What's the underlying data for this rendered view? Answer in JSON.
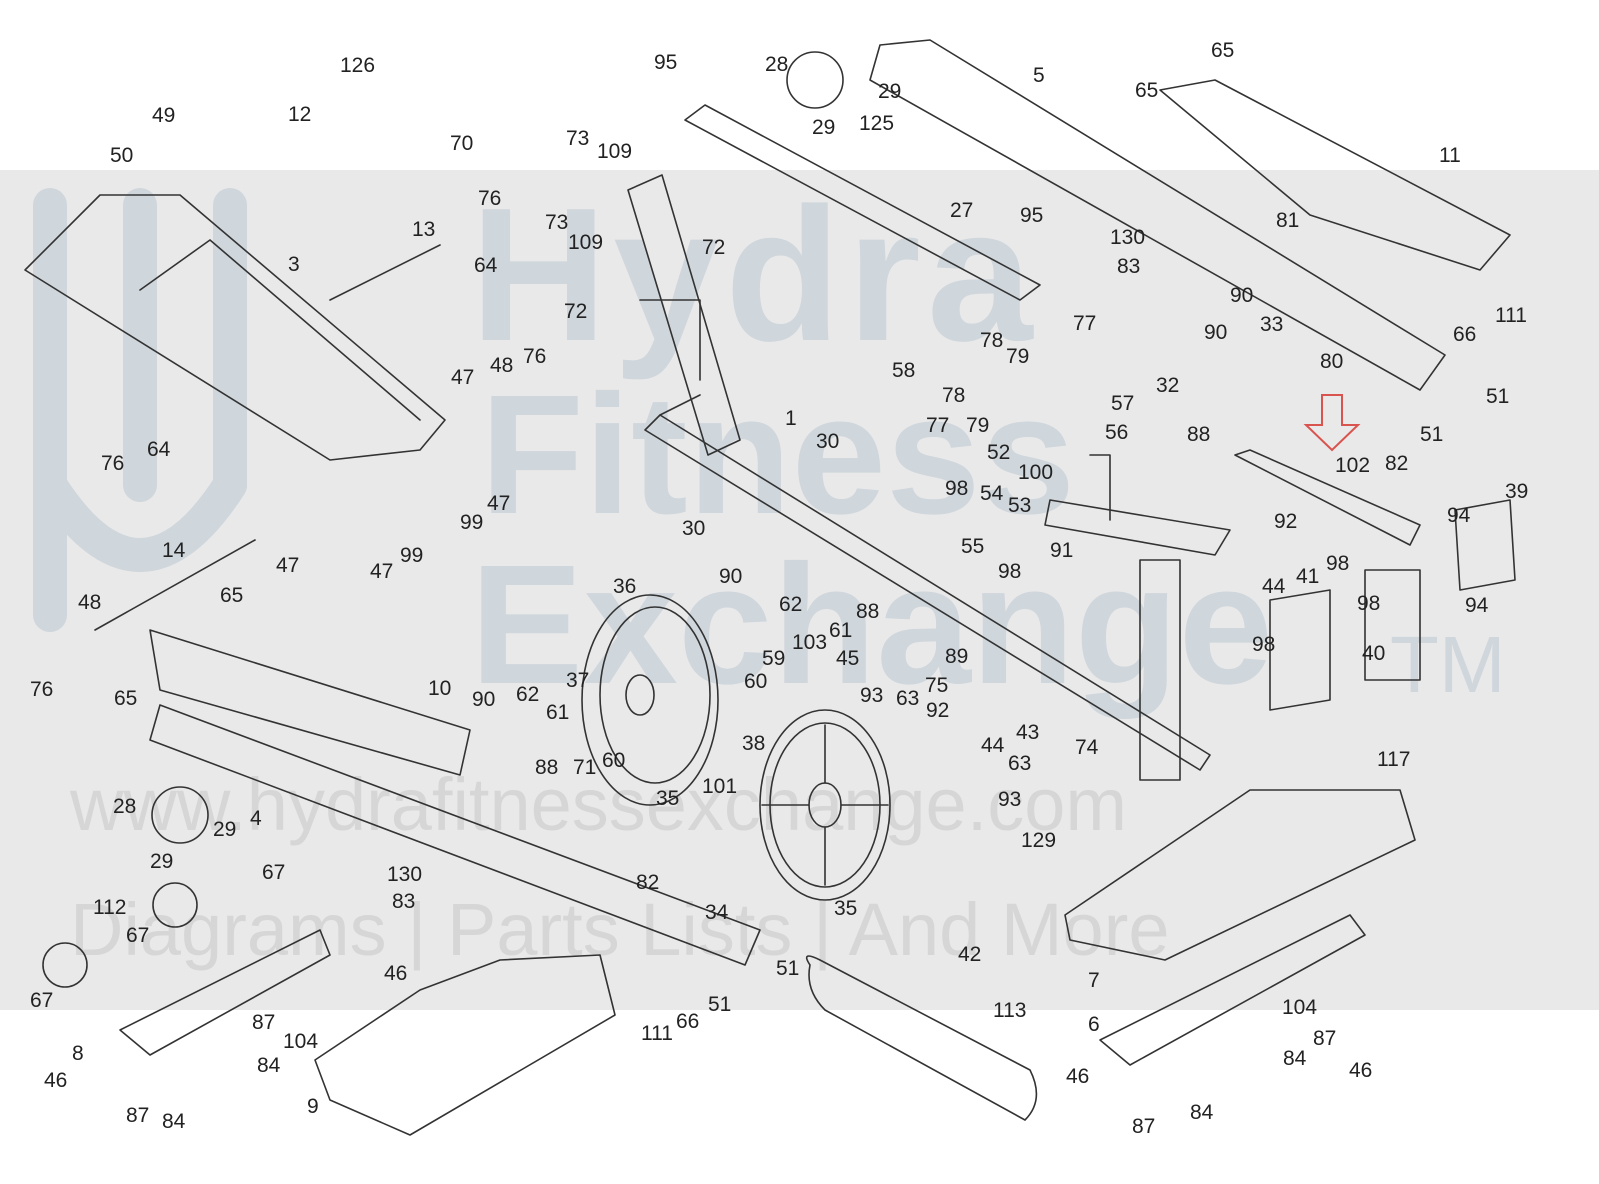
{
  "watermark": {
    "line1": "Hydra",
    "line2": "Fitness",
    "line3": "Exchange",
    "tm": "TM",
    "url": "www.hydrafitnessexchange.com",
    "tagline": "Diagrams | Parts Lists | And More"
  },
  "callouts": [
    {
      "id": "l126",
      "text": "126"
    },
    {
      "id": "l12",
      "text": "12"
    },
    {
      "id": "l49",
      "text": "49"
    },
    {
      "id": "l50",
      "text": "50"
    },
    {
      "id": "l3",
      "text": "3"
    },
    {
      "id": "l13",
      "text": "13"
    },
    {
      "id": "l76a",
      "text": "76"
    },
    {
      "id": "l64a",
      "text": "64"
    },
    {
      "id": "l70",
      "text": "70"
    },
    {
      "id": "l73a",
      "text": "73"
    },
    {
      "id": "l109a",
      "text": "109"
    },
    {
      "id": "l73b",
      "text": "73"
    },
    {
      "id": "l109b",
      "text": "109"
    },
    {
      "id": "l72a",
      "text": "72"
    },
    {
      "id": "l72b",
      "text": "72"
    },
    {
      "id": "l95a",
      "text": "95"
    },
    {
      "id": "l28a",
      "text": "28"
    },
    {
      "id": "l29a",
      "text": "29"
    },
    {
      "id": "l29b",
      "text": "29"
    },
    {
      "id": "l125",
      "text": "125"
    },
    {
      "id": "l5",
      "text": "5"
    },
    {
      "id": "l65a",
      "text": "65"
    },
    {
      "id": "l65b",
      "text": "65"
    },
    {
      "id": "l11",
      "text": "11"
    },
    {
      "id": "l27",
      "text": "27"
    },
    {
      "id": "l95b",
      "text": "95"
    },
    {
      "id": "l130a",
      "text": "130"
    },
    {
      "id": "l83a",
      "text": "83"
    },
    {
      "id": "l81",
      "text": "81"
    },
    {
      "id": "l90a",
      "text": "90"
    },
    {
      "id": "l90b",
      "text": "90"
    },
    {
      "id": "l77a",
      "text": "77"
    },
    {
      "id": "l78a",
      "text": "78"
    },
    {
      "id": "l79a",
      "text": "79"
    },
    {
      "id": "l78b",
      "text": "78"
    },
    {
      "id": "l79b",
      "text": "79"
    },
    {
      "id": "l33",
      "text": "33"
    },
    {
      "id": "l80",
      "text": "80"
    },
    {
      "id": "l32",
      "text": "32"
    },
    {
      "id": "l57",
      "text": "57"
    },
    {
      "id": "l58",
      "text": "58"
    },
    {
      "id": "l77b",
      "text": "77"
    },
    {
      "id": "l52",
      "text": "52"
    },
    {
      "id": "l100",
      "text": "100"
    },
    {
      "id": "l56",
      "text": "56"
    },
    {
      "id": "l88a",
      "text": "88"
    },
    {
      "id": "l111a",
      "text": "111"
    },
    {
      "id": "l66a",
      "text": "66"
    },
    {
      "id": "l51a",
      "text": "51"
    },
    {
      "id": "l51b",
      "text": "51"
    },
    {
      "id": "l102",
      "text": "102"
    },
    {
      "id": "l82a",
      "text": "82"
    },
    {
      "id": "l39",
      "text": "39"
    },
    {
      "id": "l94a",
      "text": "94"
    },
    {
      "id": "l94b",
      "text": "94"
    },
    {
      "id": "l47a",
      "text": "47"
    },
    {
      "id": "l48a",
      "text": "48"
    },
    {
      "id": "l76b",
      "text": "76"
    },
    {
      "id": "l76c",
      "text": "76"
    },
    {
      "id": "l64b",
      "text": "64"
    },
    {
      "id": "l1",
      "text": "1"
    },
    {
      "id": "l30a",
      "text": "30"
    },
    {
      "id": "l30b",
      "text": "30"
    },
    {
      "id": "l99a",
      "text": "99"
    },
    {
      "id": "l47b",
      "text": "47"
    },
    {
      "id": "l47c",
      "text": "47"
    },
    {
      "id": "l47d",
      "text": "47"
    },
    {
      "id": "l99b",
      "text": "99"
    },
    {
      "id": "l14",
      "text": "14"
    },
    {
      "id": "l48b",
      "text": "48"
    },
    {
      "id": "l65c",
      "text": "65"
    },
    {
      "id": "l76d",
      "text": "76"
    },
    {
      "id": "l65d",
      "text": "65"
    },
    {
      "id": "l98a",
      "text": "98"
    },
    {
      "id": "l54",
      "text": "54"
    },
    {
      "id": "l53",
      "text": "53"
    },
    {
      "id": "l55",
      "text": "55"
    },
    {
      "id": "l98b",
      "text": "98"
    },
    {
      "id": "l91",
      "text": "91"
    },
    {
      "id": "l92a",
      "text": "92"
    },
    {
      "id": "l44a",
      "text": "44"
    },
    {
      "id": "l41",
      "text": "41"
    },
    {
      "id": "l98c",
      "text": "98"
    },
    {
      "id": "l98d",
      "text": "98"
    },
    {
      "id": "l40",
      "text": "40"
    },
    {
      "id": "l98e",
      "text": "98"
    },
    {
      "id": "l36",
      "text": "36"
    },
    {
      "id": "l90c",
      "text": "90"
    },
    {
      "id": "l62a",
      "text": "62"
    },
    {
      "id": "l88b",
      "text": "88"
    },
    {
      "id": "l61a",
      "text": "61"
    },
    {
      "id": "l103",
      "text": "103"
    },
    {
      "id": "l59",
      "text": "59"
    },
    {
      "id": "l60a",
      "text": "60"
    },
    {
      "id": "l45",
      "text": "45"
    },
    {
      "id": "l89",
      "text": "89"
    },
    {
      "id": "l10",
      "text": "10"
    },
    {
      "id": "l90d",
      "text": "90"
    },
    {
      "id": "l62b",
      "text": "62"
    },
    {
      "id": "l37",
      "text": "37"
    },
    {
      "id": "l61b",
      "text": "61"
    },
    {
      "id": "l88c",
      "text": "88"
    },
    {
      "id": "l71",
      "text": "71"
    },
    {
      "id": "l60b",
      "text": "60"
    },
    {
      "id": "l93a",
      "text": "93"
    },
    {
      "id": "l63a",
      "text": "63"
    },
    {
      "id": "l75",
      "text": "75"
    },
    {
      "id": "l92b",
      "text": "92"
    },
    {
      "id": "l43",
      "text": "43"
    },
    {
      "id": "l74",
      "text": "74"
    },
    {
      "id": "l44b",
      "text": "44"
    },
    {
      "id": "l38",
      "text": "38"
    },
    {
      "id": "l63b",
      "text": "63"
    },
    {
      "id": "l93b",
      "text": "93"
    },
    {
      "id": "l117",
      "text": "117"
    },
    {
      "id": "l28b",
      "text": "28"
    },
    {
      "id": "l29c",
      "text": "29"
    },
    {
      "id": "l29d",
      "text": "29"
    },
    {
      "id": "l4",
      "text": "4"
    },
    {
      "id": "l35a",
      "text": "35"
    },
    {
      "id": "l101",
      "text": "101"
    },
    {
      "id": "l130b",
      "text": "130"
    },
    {
      "id": "l83b",
      "text": "83"
    },
    {
      "id": "l67a",
      "text": "67"
    },
    {
      "id": "l112",
      "text": "112"
    },
    {
      "id": "l67b",
      "text": "67"
    },
    {
      "id": "l82b",
      "text": "82"
    },
    {
      "id": "l34",
      "text": "34"
    },
    {
      "id": "l35b",
      "text": "35"
    },
    {
      "id": "l129",
      "text": "129"
    },
    {
      "id": "l42",
      "text": "42"
    },
    {
      "id": "l7",
      "text": "7"
    },
    {
      "id": "l46a",
      "text": "46"
    },
    {
      "id": "l51c",
      "text": "51"
    },
    {
      "id": "l67c",
      "text": "67"
    },
    {
      "id": "l87a",
      "text": "87"
    },
    {
      "id": "l104a",
      "text": "104"
    },
    {
      "id": "l8",
      "text": "8"
    },
    {
      "id": "l84a",
      "text": "84"
    },
    {
      "id": "l46b",
      "text": "46"
    },
    {
      "id": "l87b",
      "text": "87"
    },
    {
      "id": "l84b",
      "text": "84"
    },
    {
      "id": "l9",
      "text": "9"
    },
    {
      "id": "l111b",
      "text": "111"
    },
    {
      "id": "l66b",
      "text": "66"
    },
    {
      "id": "l51d",
      "text": "51"
    },
    {
      "id": "l113",
      "text": "113"
    },
    {
      "id": "l6",
      "text": "6"
    },
    {
      "id": "l104b",
      "text": "104"
    },
    {
      "id": "l87c",
      "text": "87"
    },
    {
      "id": "l46c",
      "text": "46"
    },
    {
      "id": "l84c",
      "text": "84"
    },
    {
      "id": "l46d",
      "text": "46"
    },
    {
      "id": "l87d",
      "text": "87"
    },
    {
      "id": "l84d",
      "text": "84"
    }
  ],
  "colors": {
    "line": "#333333",
    "band": "#e9e9e9",
    "watermark": "#cfd6dc",
    "highlight_arrow": "#d9534f"
  },
  "highlight": {
    "target_part": "102",
    "icon": "down-arrow-icon"
  }
}
